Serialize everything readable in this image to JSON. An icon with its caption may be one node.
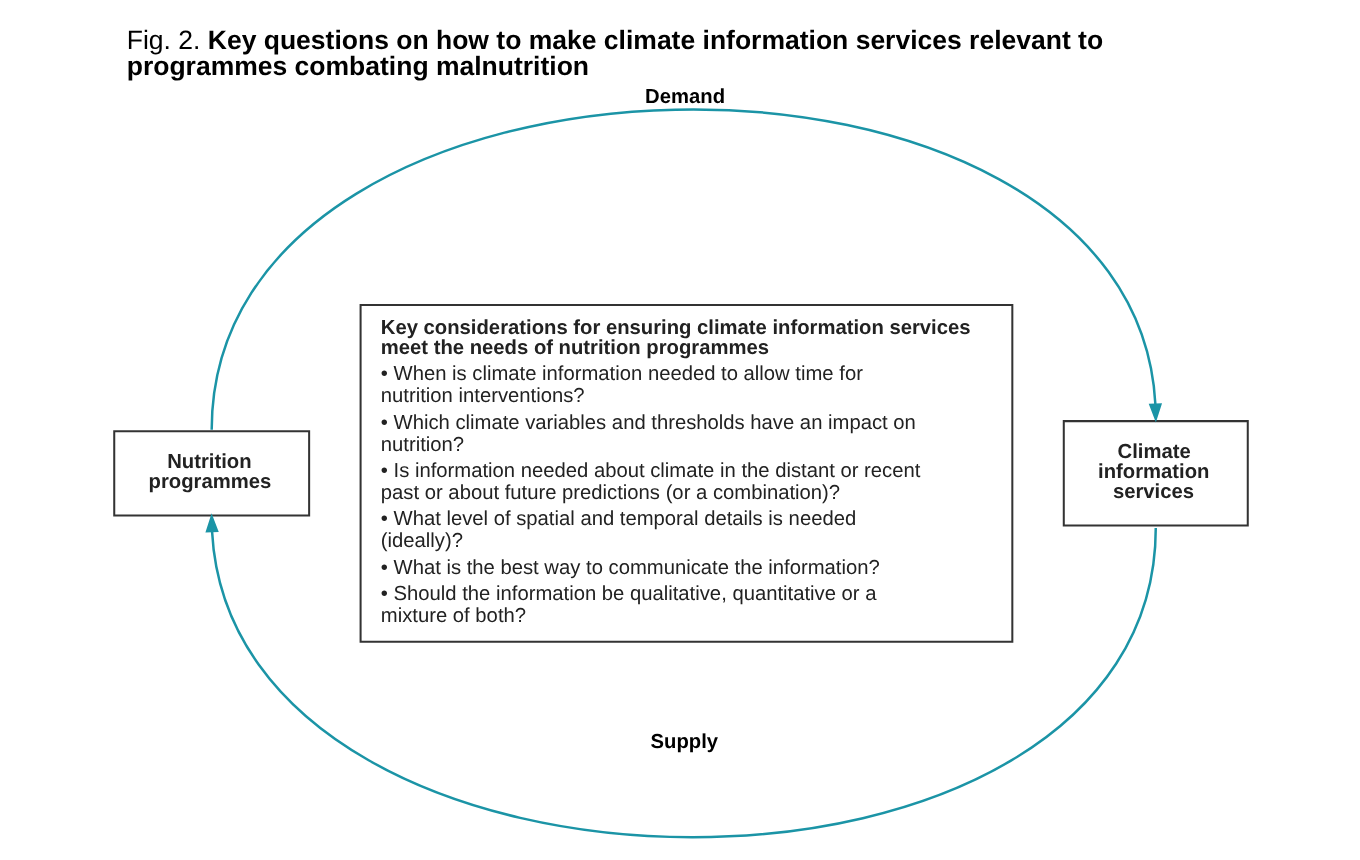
{
  "diagram": {
    "title": "Fig. 2. **Key questions on how to make climate information services relevant to programmes combating malnutrition**",
    "nodes": [
      {
        "text": [
          "Nutrition programmes"
        ]
      },
      {
        "text": [
          "Key considerations for ensuring climate information services meet the needs of nutrition programmes",
          "• When is climate information needed to allow time for nutrition interventions?",
          "• Which climate variables and thresholds have an impact on nutrition?",
          "• Is information needed about climate in the distant or recent past or about future predictions (or a combination)?",
          "• What level of spatial and temporal details is needed (ideally)?",
          "• What is the best way to communicate the information?",
          "• Should the information be qualitative, quantitative or a mixture of both?"
        ]
      },
      {
        "text": [
          "Climate information services"
        ]
      }
    ],
    "edges": [
      {
        "from": 0,
        "to": 2,
        "arrow": "to",
        "label": "Demand"
      },
      {
        "from": 2,
        "to": 0,
        "arrow": "to",
        "label": "Supply"
      }
    ]
  }
}
